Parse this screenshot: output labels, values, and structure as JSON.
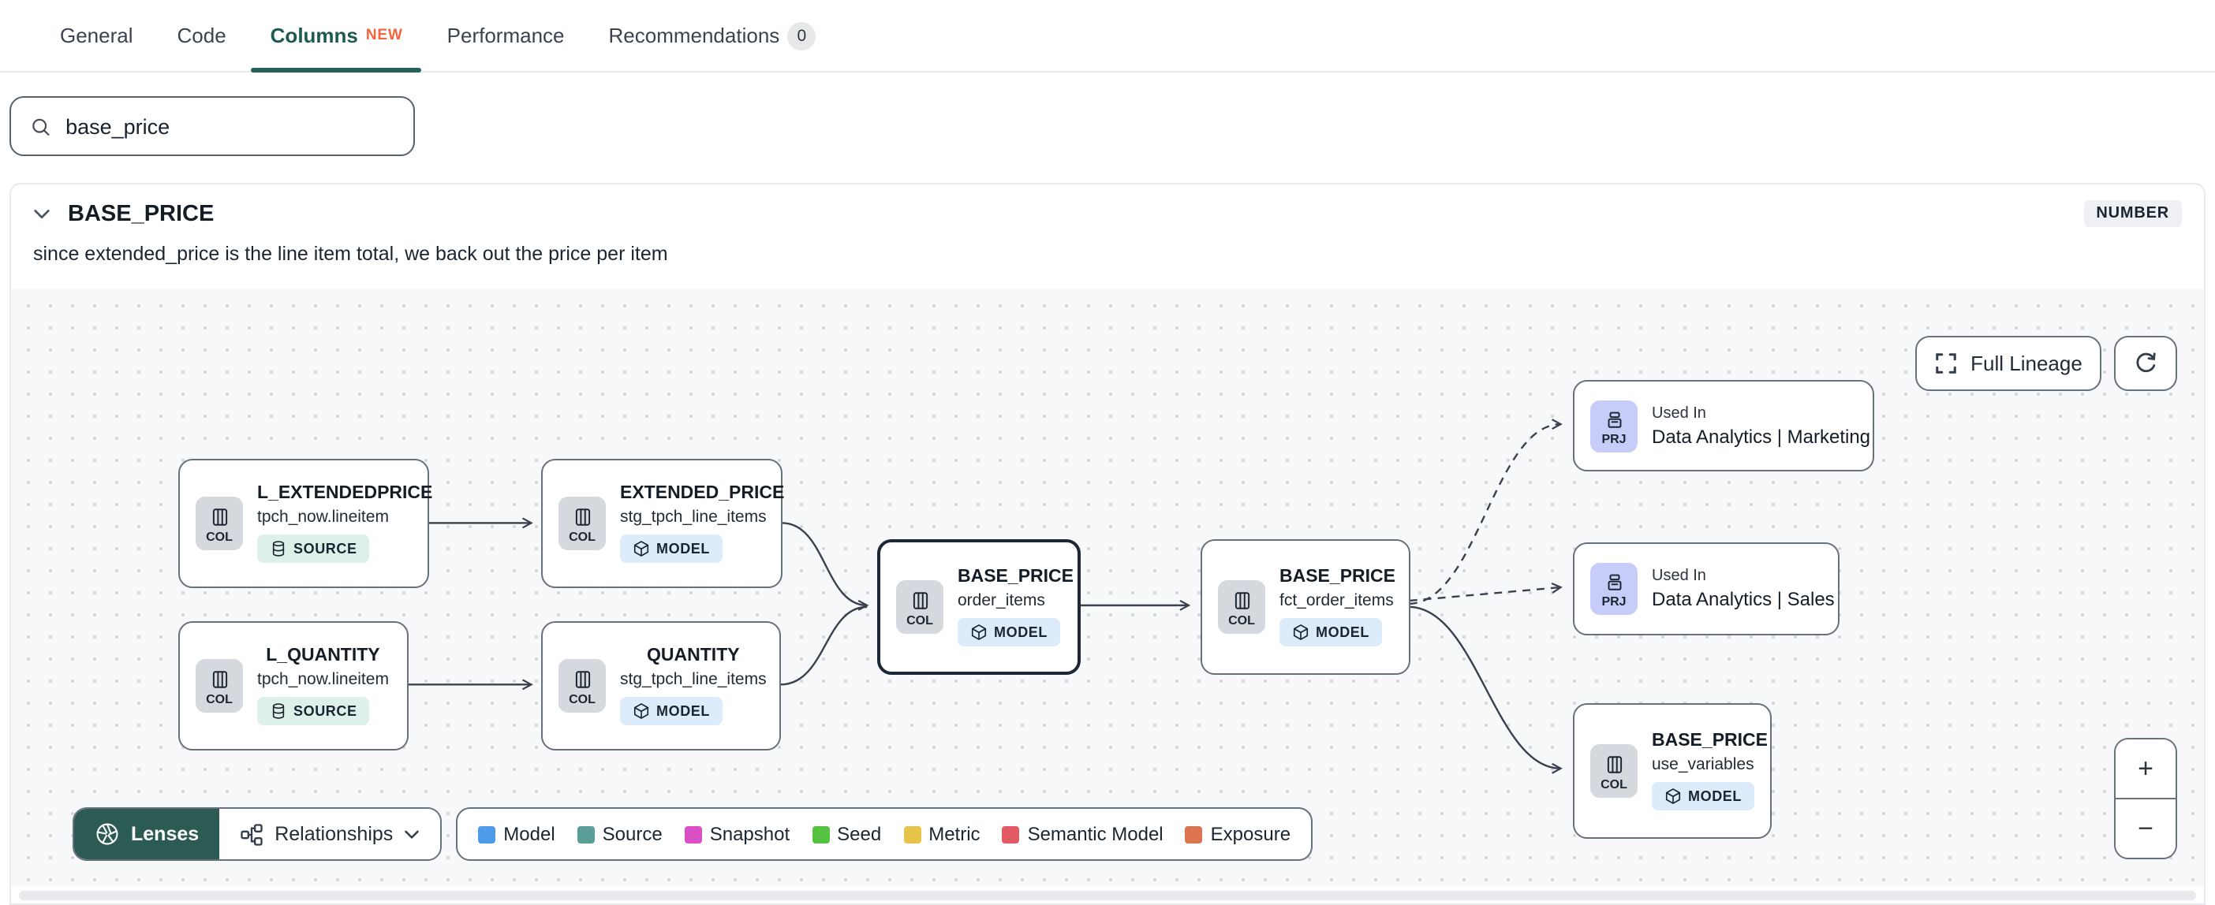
{
  "tabs": [
    {
      "label": "General"
    },
    {
      "label": "Code"
    },
    {
      "label": "Columns",
      "badge": "NEW"
    },
    {
      "label": "Performance"
    },
    {
      "label": "Recommendations",
      "count": "0"
    }
  ],
  "search": {
    "value": "base_price"
  },
  "column": {
    "name": "BASE_PRICE",
    "type": "NUMBER",
    "description": "since extended_price is the line item total, we back out the price per item"
  },
  "lineage": {
    "full_lineage_label": "Full Lineage",
    "zoom_in": "+",
    "zoom_out": "−",
    "nodes": [
      {
        "title": "L_EXTENDEDPRICE",
        "subtitle": "tpch_now.lineitem",
        "kind": "COL",
        "resource": "SOURCE"
      },
      {
        "title": "EXTENDED_PRICE",
        "subtitle": "stg_tpch_line_items",
        "kind": "COL",
        "resource": "MODEL"
      },
      {
        "title": "L_QUANTITY",
        "subtitle": "tpch_now.lineitem",
        "kind": "COL",
        "resource": "SOURCE"
      },
      {
        "title": "QUANTITY",
        "subtitle": "stg_tpch_line_items",
        "kind": "COL",
        "resource": "MODEL"
      },
      {
        "title": "BASE_PRICE",
        "subtitle": "order_items",
        "kind": "COL",
        "resource": "MODEL",
        "selected": true
      },
      {
        "title": "BASE_PRICE",
        "subtitle": "fct_order_items",
        "kind": "COL",
        "resource": "MODEL"
      },
      {
        "caption": "Used In",
        "title": "Data Analytics | Marketing",
        "kind": "PRJ"
      },
      {
        "caption": "Used In",
        "title": "Data Analytics | Sales",
        "kind": "PRJ"
      },
      {
        "title": "BASE_PRICE",
        "subtitle": "use_variables",
        "kind": "COL",
        "resource": "MODEL"
      }
    ],
    "footer": {
      "lenses_label": "Lenses",
      "relationships_label": "Relationships",
      "legend": [
        {
          "label": "Model",
          "color": "#4e9be9"
        },
        {
          "label": "Source",
          "color": "#5b9e98"
        },
        {
          "label": "Snapshot",
          "color": "#da4fc6"
        },
        {
          "label": "Seed",
          "color": "#55c341"
        },
        {
          "label": "Metric",
          "color": "#e6c34b"
        },
        {
          "label": "Semantic Model",
          "color": "#e25a64"
        },
        {
          "label": "Exposure",
          "color": "#dd7450"
        }
      ]
    },
    "colors": {
      "accent_teal": "#25605a",
      "new_badge": "#f4633c",
      "source_badge_bg": "#def0ea",
      "model_badge_bg": "#dcecfb",
      "col_badge_bg": "#d5d8dd",
      "prj_badge_bg": "#c7ccf9"
    }
  }
}
